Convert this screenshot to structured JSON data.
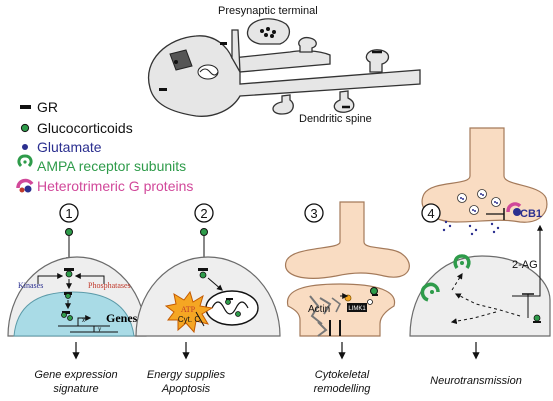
{
  "top": {
    "presynaptic_label": "Presynaptic terminal",
    "dendritic_label": "Dendritic spine"
  },
  "legend": {
    "items": [
      {
        "label": "GR",
        "color": "#111111",
        "icon": "gr-bar-icon"
      },
      {
        "label": "Glucocorticoids",
        "color": "#111111",
        "icon": "glucocorticoid-dot-icon"
      },
      {
        "label": "Glutamate",
        "color": "#2b2f8f",
        "icon": "glutamate-dot-icon"
      },
      {
        "label": "AMPA receptor subunits",
        "color": "#2e9b4a",
        "icon": "ampa-receptor-icon"
      },
      {
        "label": "Heterotrimeric G proteins",
        "color": "#d1489a",
        "icon": "g-protein-icon"
      }
    ]
  },
  "panels": [
    {
      "number": "1",
      "labels": {
        "kinases": "Kinases",
        "phosphatases": "Phosphatases",
        "genes": "Genes"
      },
      "caption_lines": [
        "Gene expression",
        "signature"
      ]
    },
    {
      "number": "2",
      "labels": {
        "atp": "ATP",
        "cytc": "Cyt. C"
      },
      "caption_lines": [
        "Energy supplies",
        "Apoptosis"
      ]
    },
    {
      "number": "3",
      "labels": {
        "actin": "Actin",
        "limk1": "LIMK1"
      },
      "caption_lines": [
        "Cytokeletal",
        "remodelling"
      ]
    },
    {
      "number": "4",
      "labels": {
        "cb1": "CB1",
        "two_ag": "2-AG"
      },
      "caption_lines": [
        "Neurotransmission"
      ]
    }
  ],
  "colors": {
    "green": "#2e9b4a",
    "blue": "#2b2f8f",
    "magenta": "#d1489a",
    "red": "#c0392b",
    "spine": "#f9dcc2",
    "nucleus": "#a9dbe6",
    "atp": "#f5a623"
  }
}
